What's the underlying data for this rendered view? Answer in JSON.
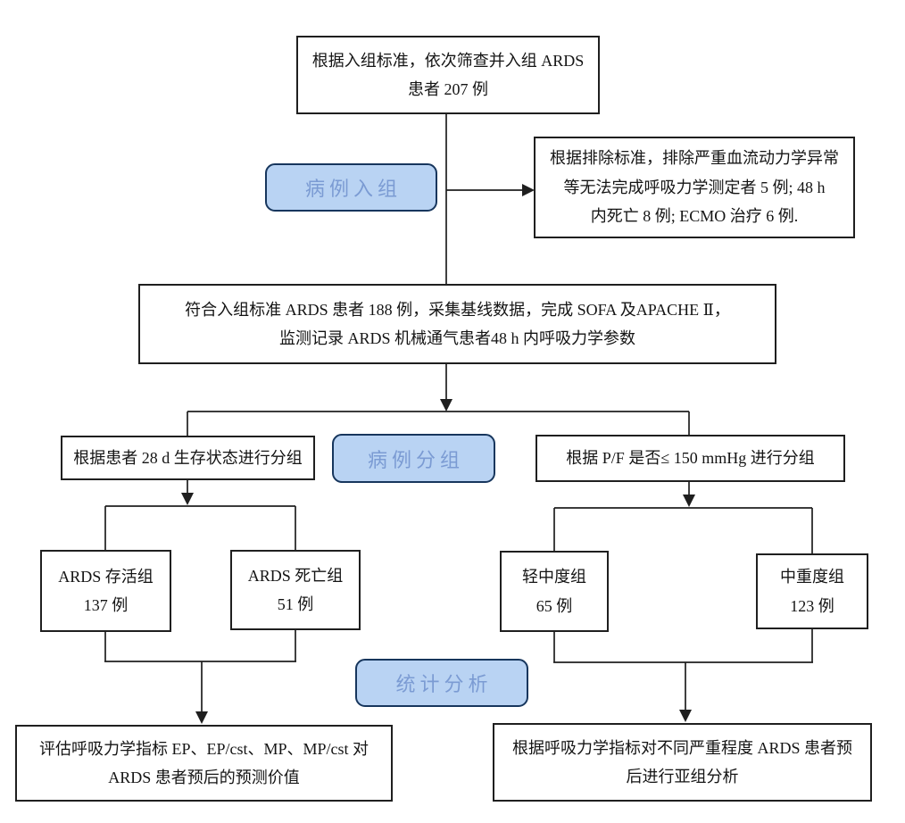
{
  "diagram": {
    "type": "flowchart",
    "colors": {
      "stage_fill": "#b9d3f3",
      "stage_border": "#17365d",
      "stage_text": "#7b9bd3",
      "box_border": "#1f1f1f",
      "line": "#1f1f1f",
      "background": "#ffffff"
    },
    "stages": {
      "enroll": {
        "label": "病例入组"
      },
      "group": {
        "label": "病例分组"
      },
      "stats": {
        "label": "统计分析"
      }
    },
    "nodes": {
      "screening": {
        "lines": [
          "根据入组标准，依次筛查并入组 ARDS",
          "患者 207 例"
        ]
      },
      "exclusion": {
        "lines": [
          "根据排除标准，排除严重血流动力学异常",
          "等无法完成呼吸力学测定者 5 例; 48 h",
          "内死亡 8 例; ECMO 治疗 6 例."
        ]
      },
      "baseline": {
        "lines": [
          "符合入组标准 ARDS 患者 188 例，采集基线数据，完成 SOFA 及APACHE Ⅱ，",
          "监测记录 ARDS 机械通气患者48 h 内呼吸力学参数"
        ]
      },
      "branch_left": {
        "lines": [
          "根据患者 28 d  生存状态进行分组"
        ]
      },
      "branch_right": {
        "lines": [
          "根据 P/F 是否≤ 150 mmHg 进行分组"
        ]
      },
      "survival": {
        "lines": [
          "ARDS 存活组",
          "137 例"
        ]
      },
      "death": {
        "lines": [
          "ARDS 死亡组",
          "51 例"
        ]
      },
      "mild": {
        "lines": [
          "轻中度组",
          "65 例"
        ]
      },
      "severe": {
        "lines": [
          "中重度组",
          "123 例"
        ]
      },
      "outcome_left": {
        "lines": [
          "评估呼吸力学指标 EP、EP/cst、MP、MP/cst 对",
          "ARDS 患者预后的预测价值"
        ]
      },
      "outcome_right": {
        "lines": [
          "根据呼吸力学指标对不同严重程度 ARDS 患者预",
          "后进行亚组分析"
        ]
      }
    }
  }
}
